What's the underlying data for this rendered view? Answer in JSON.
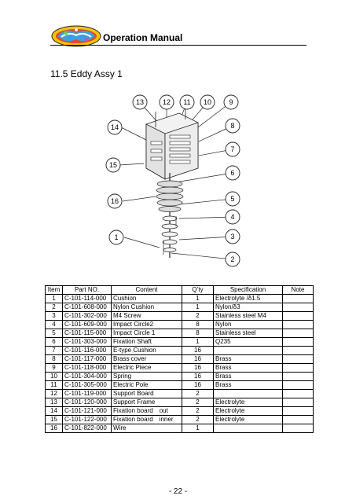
{
  "header": {
    "title": "Operation Manual"
  },
  "section": {
    "title": "11.5 Eddy Assy 1"
  },
  "diagram": {
    "callouts": [
      "13",
      "12",
      "11",
      "10",
      "9",
      "14",
      "8",
      "7",
      "15",
      "6",
      "16",
      "5",
      "4",
      "1",
      "3",
      "2"
    ]
  },
  "table": {
    "headers": [
      "Item",
      "Part NO.",
      "Content",
      "Q’ty",
      "Specification",
      "Note"
    ],
    "rows": [
      [
        "1",
        "C-101-114-000",
        "Cushion",
        "1",
        "Electrolyte /δ1.5",
        ""
      ],
      [
        "2",
        "C-101-608-000",
        "Nylon Cushion",
        "1",
        "Nylon/δ3",
        ""
      ],
      [
        "3",
        "C-101-302-000",
        "M4 Screw",
        "2",
        "Stainless steel M4",
        ""
      ],
      [
        "4",
        "C-101-609-000",
        "Impact Circle2",
        "8",
        "Nylon",
        ""
      ],
      [
        "5",
        "C-101-115-000",
        "Impact Circle 1",
        "8",
        "Stainless steel",
        ""
      ],
      [
        "6",
        "C-101-303-000",
        "Fixation Shaft",
        "1",
        "Q235",
        ""
      ],
      [
        "7",
        "C-101-116-000",
        "E-type Cushion",
        "16",
        "",
        ""
      ],
      [
        "8",
        "C-101-117-000",
        "Brass cover",
        "16",
        "Brass",
        ""
      ],
      [
        "9",
        "C-101-118-000",
        "Electric Piece",
        "16",
        "Brass",
        ""
      ],
      [
        "10",
        "C-101-304-000",
        "Spring",
        "16",
        "Brass",
        ""
      ],
      [
        "11",
        "C-101-305-000",
        "Electric Pole",
        "16",
        "Brass",
        ""
      ],
      [
        "12",
        "C-101-119-000",
        "Support Board",
        "2",
        "",
        ""
      ],
      [
        "13",
        "C-101-120-000",
        "Support Frame",
        "2",
        "Electrolyte",
        ""
      ],
      [
        "14",
        "C-101-121-000",
        "Fixation board　out",
        "2",
        "Electrolyte",
        ""
      ],
      [
        "15",
        "C-101-122-000",
        "Fixation board　inner",
        "2",
        "Electrolyte",
        ""
      ],
      [
        "16",
        "C-101-822-000",
        "Wire",
        "1",
        "",
        ""
      ]
    ]
  },
  "footer": {
    "page": "- 22 -"
  },
  "icons": {
    "logo": "colorful-brand-logo"
  }
}
